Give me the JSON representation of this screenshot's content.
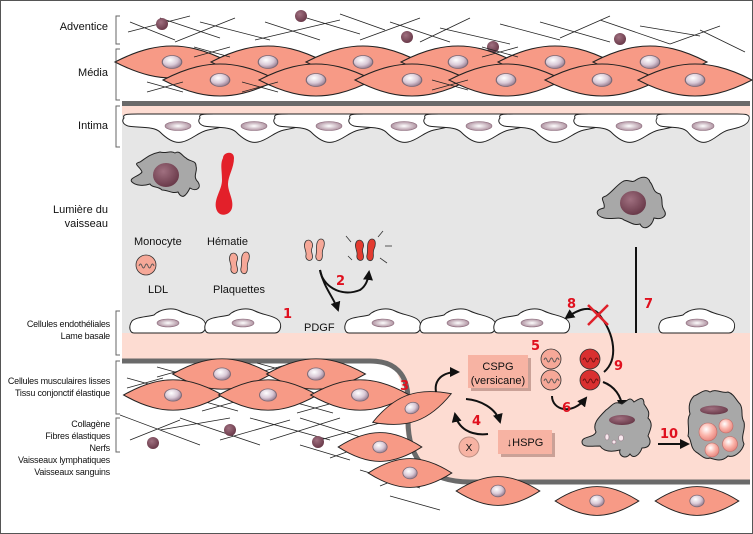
{
  "diagram": {
    "title": "Atherosclerosis plaque formation - vessel wall layers",
    "colors": {
      "lumen": "#e6e6e6",
      "basal_lamina": "#fddcd2",
      "smooth_muscle": "#f79a86",
      "membrane": "#606060",
      "monocyte": "#a8a8a8",
      "nucleus": "#7a4a5a",
      "erythrocyte": "#e3202a",
      "step_number": "#e0101e",
      "protein_box": "#f7b3a3",
      "oxidized_ldl": "#d93030"
    },
    "layer_labels": [
      {
        "id": "adventice",
        "text": "Adventice"
      },
      {
        "id": "media",
        "text": "Média"
      },
      {
        "id": "intima",
        "text": "Intima"
      },
      {
        "id": "lumen",
        "text": "Lumière du vaisseau"
      }
    ],
    "lumen_label_lines": [
      "Lumière du",
      "vaisseau"
    ],
    "lower_labels": {
      "group1": [
        "Cellules endothéliales",
        "Lame basale"
      ],
      "group2": [
        "Cellules musculaires lisses",
        "Tissu conjonctif élastique"
      ],
      "group3": [
        "Collagène",
        "Fibres élastiques",
        "Nerfs",
        "Vaisseaux lymphatiques",
        "Vaisseaux sanguins"
      ]
    },
    "legend": {
      "monocyte": "Monocyte",
      "erythrocyte": "Hématie",
      "ldl": "LDL",
      "platelets": "Plaquettes"
    },
    "annotations": {
      "pdgf": "PDGF",
      "cspg_line1": "CSPG",
      "cspg_line2": "(versicane)",
      "hspg": "↓HSPG",
      "x": "X"
    },
    "steps": [
      "1",
      "2",
      "3",
      "4",
      "5",
      "6",
      "7",
      "8",
      "9",
      "10"
    ]
  }
}
